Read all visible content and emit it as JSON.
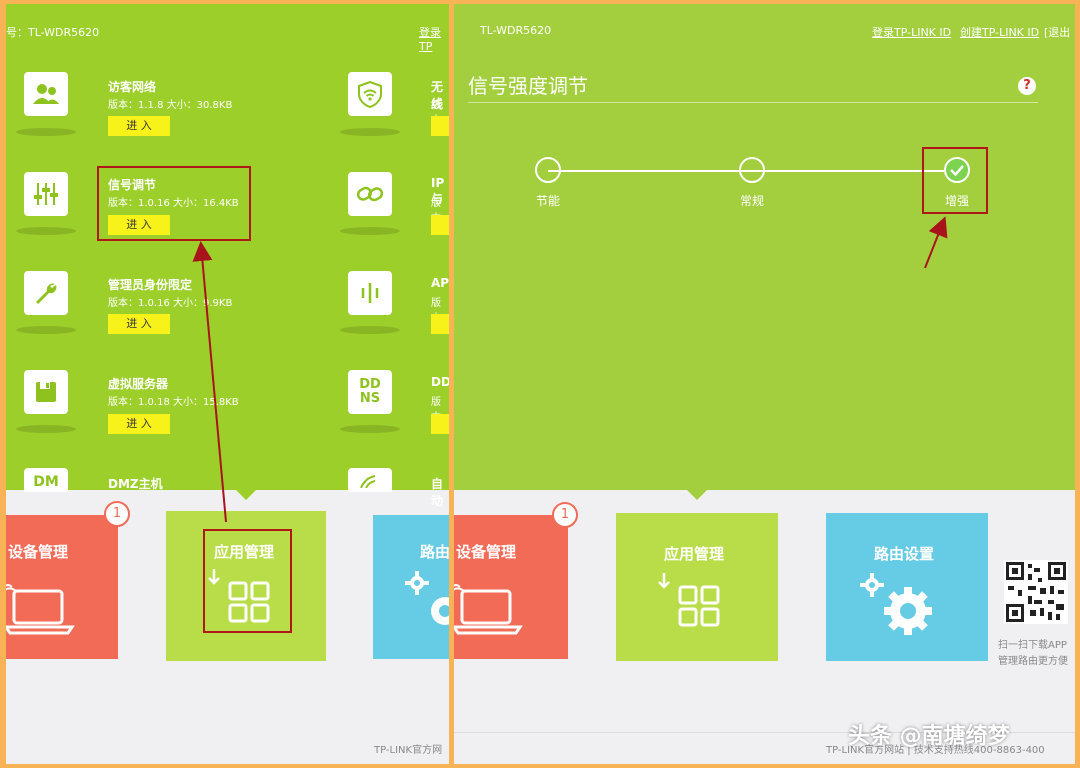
{
  "left": {
    "header_model": "号：TL-WDR5620",
    "header_login": "登录TP",
    "apps": [
      {
        "name": "访客网络",
        "meta": "版本：1.1.8  大小：30.8KB",
        "button": "进 入",
        "icon": "users-icon"
      },
      {
        "name": "信号调节",
        "meta": "版本：1.0.16  大小：16.4KB",
        "button": "进 入",
        "icon": "sliders-icon"
      },
      {
        "name": "管理员身份限定",
        "meta": "版本：1.0.16  大小：9.9KB",
        "button": "进 入",
        "icon": "wrench-icon"
      },
      {
        "name": "虚拟服务器",
        "meta": "版本：1.0.18  大小：15.8KB",
        "button": "进 入",
        "icon": "floppy-icon"
      },
      {
        "name": "DMZ主机",
        "icon_text": "DM"
      }
    ],
    "right_col": [
      {
        "name": "无线",
        "meta": "版本",
        "icon": "wifi-shield-icon"
      },
      {
        "name": "IP与",
        "meta": "版本",
        "icon": "link-icon"
      },
      {
        "name": "API",
        "meta": "版本",
        "icon": "signal-bars-icon"
      },
      {
        "name": "DD",
        "meta": "版本",
        "icon_text": "DD\nNS"
      },
      {
        "name": "自动",
        "icon": "satellite-icon"
      }
    ],
    "tiles": {
      "device": "设备管理",
      "device_badge": "1",
      "app": "应用管理",
      "route": "路由"
    },
    "footer": "TP-LINK官方网"
  },
  "right": {
    "header_model": "TL-WDR5620",
    "login": "登录TP-LINK ID",
    "create": "创建TP-LINK ID",
    "logout": "[退出",
    "page_title": "信号强度调节",
    "help": "?",
    "steps": [
      "节能",
      "常规",
      "增强"
    ],
    "selected": "增强",
    "tiles": {
      "device": "设备管理",
      "device_badge": "1",
      "app": "应用管理",
      "route": "路由设置"
    },
    "qr_text_1": "扫一扫下载APP",
    "qr_text_2": "管理路由更方便",
    "footer": "TP-LINK官方网站  |  技术支持热线400-8863-400"
  },
  "watermark": "头条 @南塘绮梦",
  "colors": {
    "green": "#9ccf2a",
    "device_tile": "#f26b57",
    "app_tile": "#b9dd48",
    "route_tile": "#66cbe4",
    "highlight": "#b01818",
    "enter_button": "#f7f31a"
  }
}
